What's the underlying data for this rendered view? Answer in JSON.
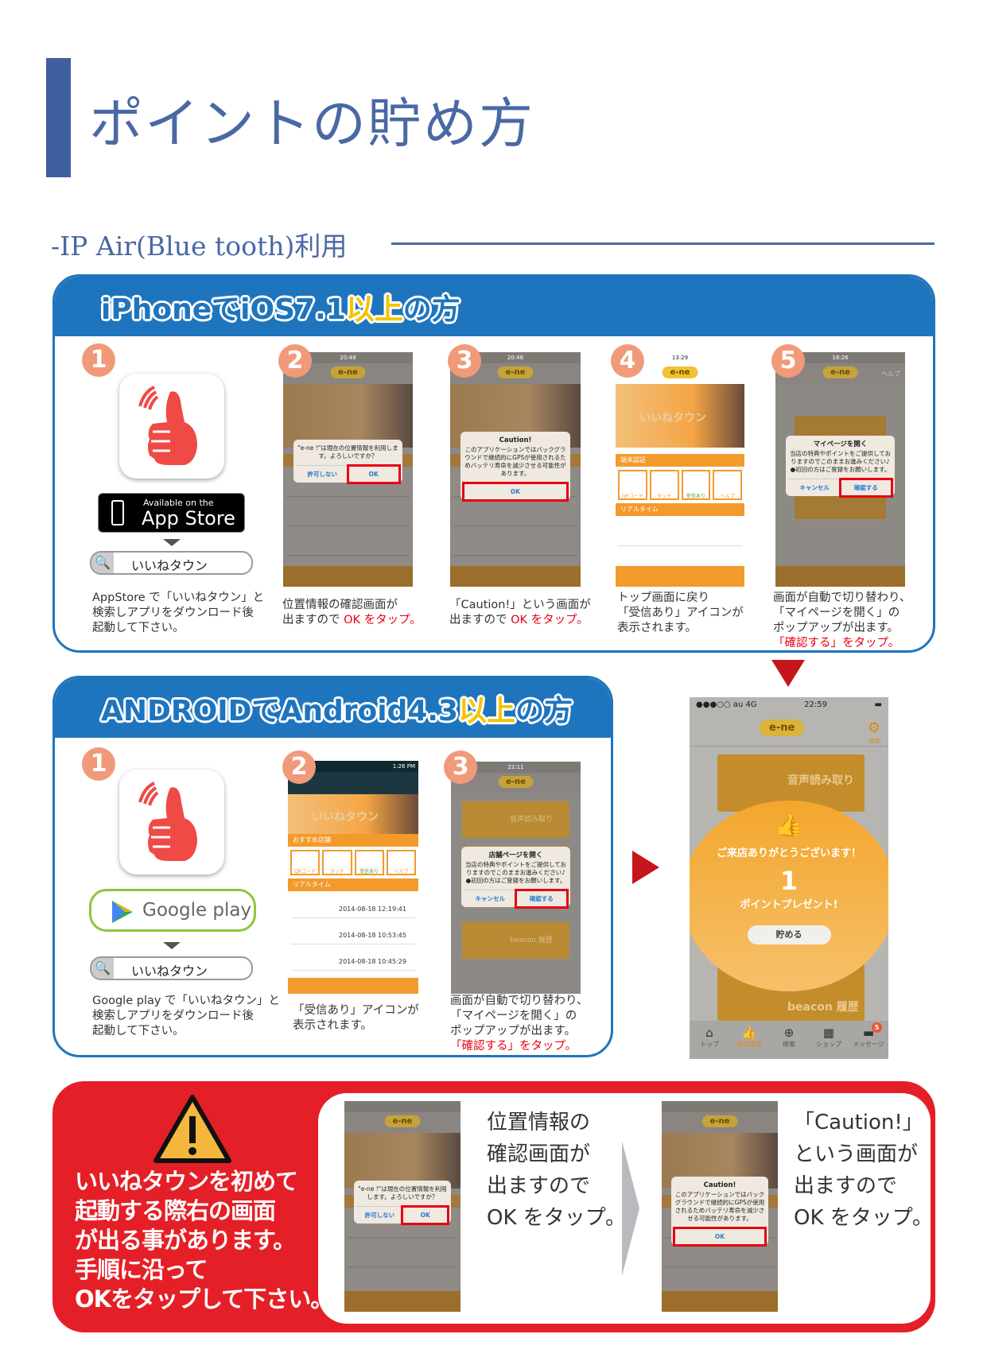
{
  "page_title": "ポイントの貯め方",
  "subtitle": "-IP Air(Blue tooth)利用",
  "iphone_section": {
    "title_pre": "iPhoneでiOS7.1",
    "title_hl": "以上",
    "title_post": "の方",
    "steps": [
      {
        "num": "1",
        "store_small": "Available on the",
        "store_big": "App Store",
        "search_text": "いいねタウン",
        "caption": [
          "AppStore で「いいねタウン」と",
          "検索しアプリをダウンロード後",
          "起動して下さい。"
        ]
      },
      {
        "num": "2",
        "status_time": "20:48",
        "dialog_text": "\"e-ne !\"は現在の位置情報を利用します。よろしいですか？",
        "deny": "許可しない",
        "ok": "OK",
        "caption": [
          "位置情報の確認画面が",
          "出ますので "
        ],
        "caption_red": "OK をタップ。"
      },
      {
        "num": "3",
        "status_time": "20:48",
        "dialog_title": "Caution!",
        "dialog_text": "このアプリケーションではバックグラウンドで継続的にGPSが使用されるためバッテリ寿命を減少させる可能性があります。",
        "ok": "OK",
        "caption": [
          "「Caution!」という画面が",
          "出ますので "
        ],
        "caption_red": "OK をタップ。"
      },
      {
        "num": "4",
        "status_time": "13:29",
        "banner": "いいねタウン",
        "section1": "端末認証",
        "tiles": [
          "QRコード",
          "タッチ",
          "受信あり",
          "ヘルプ"
        ],
        "section2": "リアルタイム",
        "caption": [
          "トップ画面に戻り",
          "「受信あり」アイコンが",
          "表示されます。"
        ]
      },
      {
        "num": "5",
        "status_time": "18:26",
        "help": "ヘルプ",
        "dialog_title": "マイページを開く",
        "dialog_text": "当店の特典やポイントをご提供しておりますのでこのままお進みください♪ ●初回の方はご登録をお願いします。",
        "cancel": "キャンセル",
        "confirm": "確認する",
        "caption": [
          "画面が自動で切り替わり、",
          "「マイページを開く」の",
          "ポップアップが出ます。"
        ],
        "caption_red": "「確認する」をタップ。"
      }
    ]
  },
  "android_section": {
    "title_pre": "ANDROIDでAndroid4.3",
    "title_hl": "以上",
    "title_post": "の方",
    "steps": [
      {
        "num": "1",
        "store_text": "Google play",
        "search_text": "いいねタウン",
        "caption": [
          "Google play で「いいねタウン」と",
          "検索しアプリをダウンロード後",
          "起動して下さい。"
        ]
      },
      {
        "num": "2",
        "status_time": "1:26 PM",
        "banner": "いいねタウン",
        "section1": "おすすめ店舗",
        "tiles": [
          "QRコード",
          "タッチ",
          "受信あり",
          "ヘルプ"
        ],
        "section2": "リアルタイム",
        "timestamps": [
          "2014-08-18 12:19:41",
          "2014-08-18 10:53:45",
          "2014-08-18 10:45:29"
        ],
        "caption": [
          "「受信あり」アイコンが",
          "表示されます。"
        ]
      },
      {
        "num": "3",
        "status_time": "22:11",
        "tile1": "音声読み取り",
        "tile2": "beacon 履歴",
        "dialog_title": "店舗ページを開く",
        "dialog_text": "当店の特典やポイントをご提供しておりますのでこのままお進みください♪ ●初回の方はご登録をお願いします。",
        "cancel": "キャンセル",
        "confirm": "確認する",
        "caption": [
          "画面が自動で切り替わり、",
          "「マイページを開く」の",
          "ポップアップが出ます。"
        ],
        "caption_red": "「確認する」をタップ。"
      }
    ]
  },
  "result_phone": {
    "carrier": "●●●○○ au 4G",
    "time": "22:59",
    "setting": "設定",
    "tile1": "音声読み取り",
    "tile2": "beacon 履歴",
    "thanks": "ご来店ありがとうございます！",
    "points": "1",
    "present": "ポイントプレゼント!",
    "save_button": "貯める",
    "tabs": [
      "トップ",
      "端末認証",
      "検索",
      "ショップ",
      "メッセージ"
    ],
    "message_badge": "5"
  },
  "warning": {
    "lines": [
      "いいねタウンを初めて",
      "起動する際右の画面",
      "が出る事があります。",
      "手順に沿って",
      "OKをタップして下さい。"
    ],
    "step_a": [
      "位置情報の",
      "確認画面が",
      "出ますので",
      "OK をタップ。"
    ],
    "step_b": [
      "「Caution!」",
      "という画面が",
      "出ますので",
      "OK をタップ。"
    ],
    "dialog_a_text": "\"e-ne !\"は現在の位置情報を利用します。よろしいですか？",
    "dialog_a_deny": "許可しない",
    "dialog_b_title": "Caution!",
    "dialog_b_text": "このアプリケーションではバックグラウンドで継続的にGPSが使用されるためバッテリ寿命を減少させる可能性があります。",
    "ok": "OK"
  },
  "colors": {
    "brand_blue": "#1e75bd",
    "title_blue": "#4a68a4",
    "alert_red": "#e60012",
    "badge_orange": "#f19a7a",
    "app_orange": "#f39a2c"
  }
}
